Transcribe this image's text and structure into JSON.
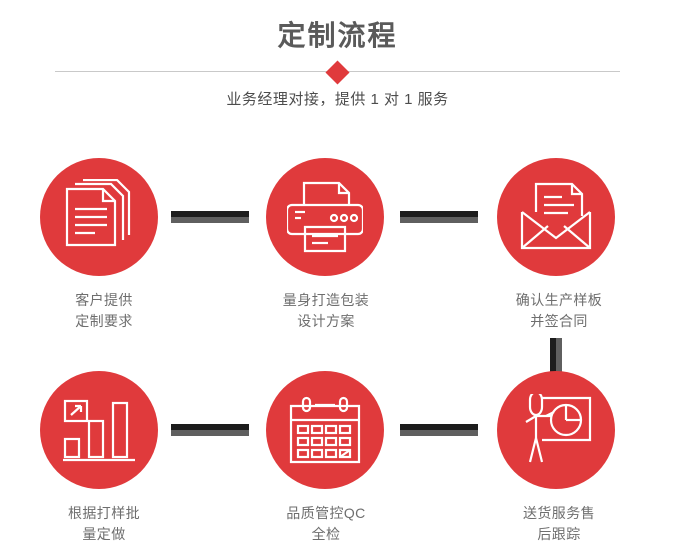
{
  "header": {
    "title": "定制流程",
    "subtitle": "业务经理对接，提供 1 对 1 服务",
    "divider_icon": "diamond-icon"
  },
  "colors": {
    "brand_red": "#e03a3c",
    "title_gray": "#5a5a5a",
    "label_gray": "#6e6e6e",
    "connector_dark": "#1c1c1c",
    "connector_light": "#5f5f5f",
    "divider_line": "#c9c9c9",
    "background": "#ffffff"
  },
  "flow": {
    "steps": [
      {
        "index": "1",
        "icon": "documents-stack-icon",
        "label": "客户提供\n定制要求"
      },
      {
        "index": "2",
        "icon": "printer-icon",
        "label": "量身打造包装\n设计方案"
      },
      {
        "index": "3",
        "icon": "envelope-document-icon",
        "label": "确认生产样板\n并签合同"
      },
      {
        "index": "4",
        "icon": "bar-chart-growth-icon",
        "label": "根据打样批\n量定做"
      },
      {
        "index": "5",
        "icon": "calendar-check-icon",
        "label": "品质管控QC\n全检"
      },
      {
        "index": "6",
        "icon": "presenter-pie-chart-icon",
        "label": "送货服务售\n后跟踪"
      }
    ],
    "connectors": [
      {
        "id": "connector-1-2",
        "orientation": "horizontal"
      },
      {
        "id": "connector-2-3",
        "orientation": "horizontal"
      },
      {
        "id": "connector-3-4",
        "orientation": "vertical"
      },
      {
        "id": "connector-4-5",
        "orientation": "horizontal"
      },
      {
        "id": "connector-5-6",
        "orientation": "horizontal"
      }
    ]
  }
}
